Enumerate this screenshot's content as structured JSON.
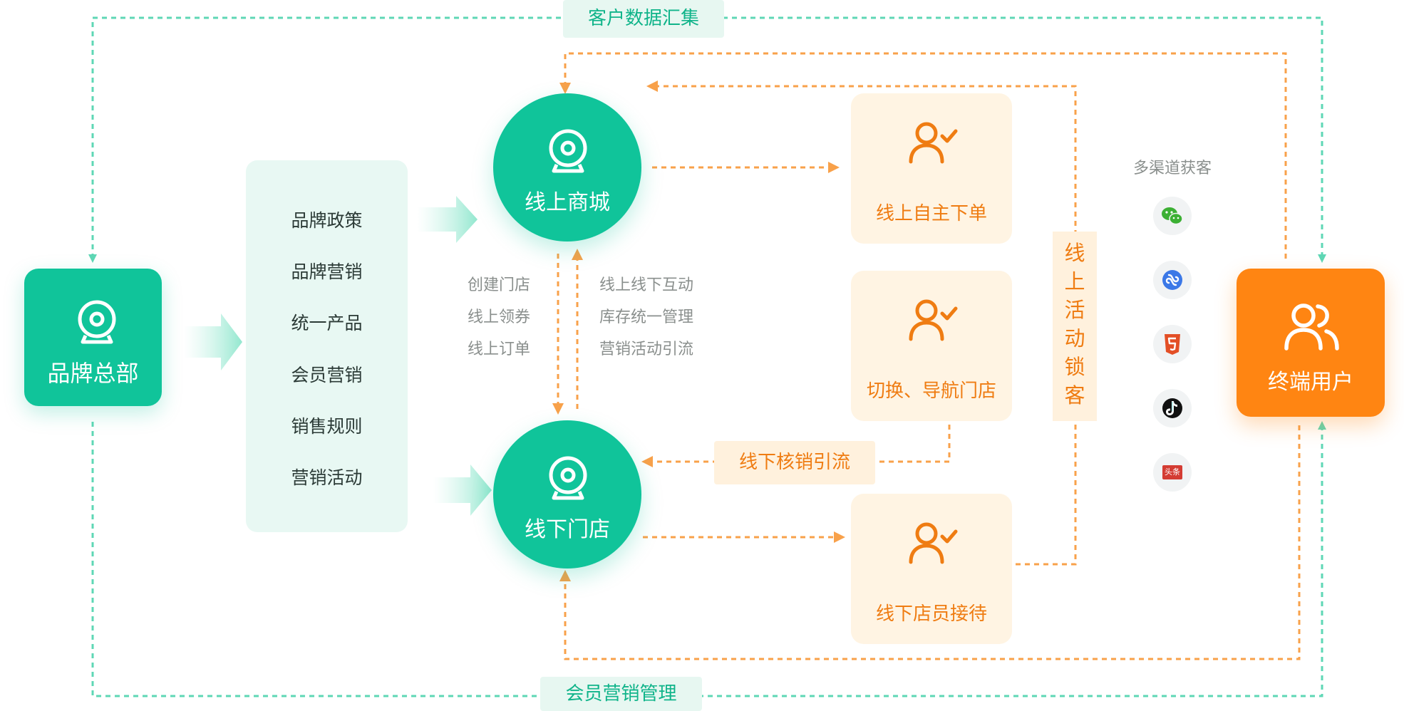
{
  "hq": {
    "title": "品牌总部",
    "icon": "camera-icon"
  },
  "policies": [
    "品牌政策",
    "品牌营销",
    "统一产品",
    "会员营销",
    "销售规则",
    "营销活动"
  ],
  "online_mall": {
    "title": "线上商城",
    "icon": "camera-icon"
  },
  "offline_store": {
    "title": "线下门店",
    "icon": "camera-icon"
  },
  "left_notes": [
    "创建门店",
    "线上领券",
    "线上订单"
  ],
  "right_notes": [
    "线上线下互动",
    "库存统一管理",
    "营销活动引流"
  ],
  "cards": [
    {
      "title": "线上自主下单",
      "icon": "user-check-icon"
    },
    {
      "title": "切换、导航门店",
      "icon": "user-check-icon"
    },
    {
      "title": "线下店员接待",
      "icon": "user-check-icon"
    }
  ],
  "tags": {
    "top": "客户数据汇集",
    "bottom": "会员营销管理",
    "verify": "线下核销引流",
    "vertical": [
      "线",
      "上",
      "活",
      "动",
      "锁",
      "客"
    ]
  },
  "channels": {
    "title": "多渠道获客",
    "items": [
      "wechat-icon",
      "mini-program-icon",
      "html5-icon",
      "douyin-icon",
      "toutiao-icon"
    ],
    "toutiao_text": "头条"
  },
  "end_user": {
    "title": "终端用户",
    "icon": "users-icon"
  },
  "colors": {
    "green": "#10c49a",
    "orange": "#ff8512",
    "dash_green": "#5ed7b5",
    "dash_orange": "#f8a14a"
  }
}
